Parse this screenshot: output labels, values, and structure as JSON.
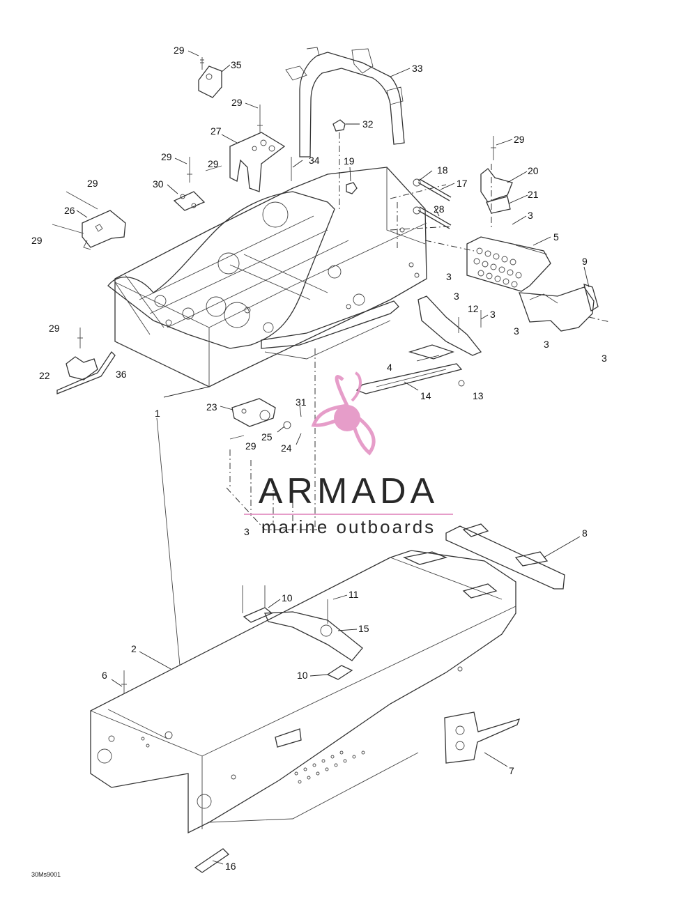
{
  "diagram_code": "30Ms9001",
  "watermark": {
    "brand": "ARMADA",
    "tagline": "marine outboards",
    "color": "#e493c4"
  },
  "labels": [
    {
      "id": "l1",
      "text": "29"
    },
    {
      "id": "l2",
      "text": "35"
    },
    {
      "id": "l3",
      "text": "33"
    },
    {
      "id": "l4",
      "text": "29"
    },
    {
      "id": "l5",
      "text": "32"
    },
    {
      "id": "l6",
      "text": "27"
    },
    {
      "id": "l7",
      "text": "29"
    },
    {
      "id": "l8",
      "text": "29"
    },
    {
      "id": "l9",
      "text": "34"
    },
    {
      "id": "l10",
      "text": "19"
    },
    {
      "id": "l11",
      "text": "18"
    },
    {
      "id": "l12",
      "text": "17"
    },
    {
      "id": "l13",
      "text": "29"
    },
    {
      "id": "l14",
      "text": "20"
    },
    {
      "id": "l15",
      "text": "30"
    },
    {
      "id": "l16",
      "text": "21"
    },
    {
      "id": "l17",
      "text": "29"
    },
    {
      "id": "l18",
      "text": "28"
    },
    {
      "id": "l19",
      "text": "3"
    },
    {
      "id": "l20",
      "text": "26"
    },
    {
      "id": "l21",
      "text": "5"
    },
    {
      "id": "l22",
      "text": "29"
    },
    {
      "id": "l23",
      "text": "9"
    },
    {
      "id": "l24",
      "text": "3"
    },
    {
      "id": "l25",
      "text": "3"
    },
    {
      "id": "l26",
      "text": "12"
    },
    {
      "id": "l27",
      "text": "3"
    },
    {
      "id": "l28",
      "text": "3"
    },
    {
      "id": "l29",
      "text": "3"
    },
    {
      "id": "l30",
      "text": "3"
    },
    {
      "id": "l31",
      "text": "29"
    },
    {
      "id": "l32",
      "text": "4"
    },
    {
      "id": "l33",
      "text": "22"
    },
    {
      "id": "l34",
      "text": "36"
    },
    {
      "id": "l35",
      "text": "14"
    },
    {
      "id": "l36",
      "text": "13"
    },
    {
      "id": "l37",
      "text": "23"
    },
    {
      "id": "l38",
      "text": "31"
    },
    {
      "id": "l39",
      "text": "1"
    },
    {
      "id": "l40",
      "text": "25"
    },
    {
      "id": "l41",
      "text": "24"
    },
    {
      "id": "l42",
      "text": "29"
    },
    {
      "id": "l43",
      "text": "3"
    },
    {
      "id": "l44",
      "text": "8"
    },
    {
      "id": "l45",
      "text": "10"
    },
    {
      "id": "l46",
      "text": "11"
    },
    {
      "id": "l47",
      "text": "15"
    },
    {
      "id": "l48",
      "text": "2"
    },
    {
      "id": "l49",
      "text": "10"
    },
    {
      "id": "l50",
      "text": "6"
    },
    {
      "id": "l51",
      "text": "7"
    },
    {
      "id": "l52",
      "text": "16"
    }
  ]
}
